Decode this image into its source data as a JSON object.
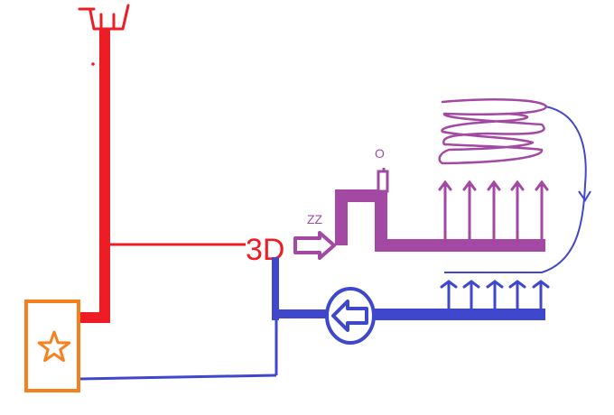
{
  "labels": {
    "mixer": "3D",
    "zz": "ZZ",
    "o": "O"
  },
  "colors": {
    "supply": "#ee1c24",
    "return": "#3f48cc",
    "process": "#a349a4",
    "loop": "#3f48cc",
    "boiler": "#f7801e",
    "background": "#ffffff"
  },
  "icons": {
    "boiler": "star-icon",
    "pump": "left-arrow-circle-icon",
    "valve": "right-arrow-icon",
    "chimney": "chimney-icon"
  }
}
